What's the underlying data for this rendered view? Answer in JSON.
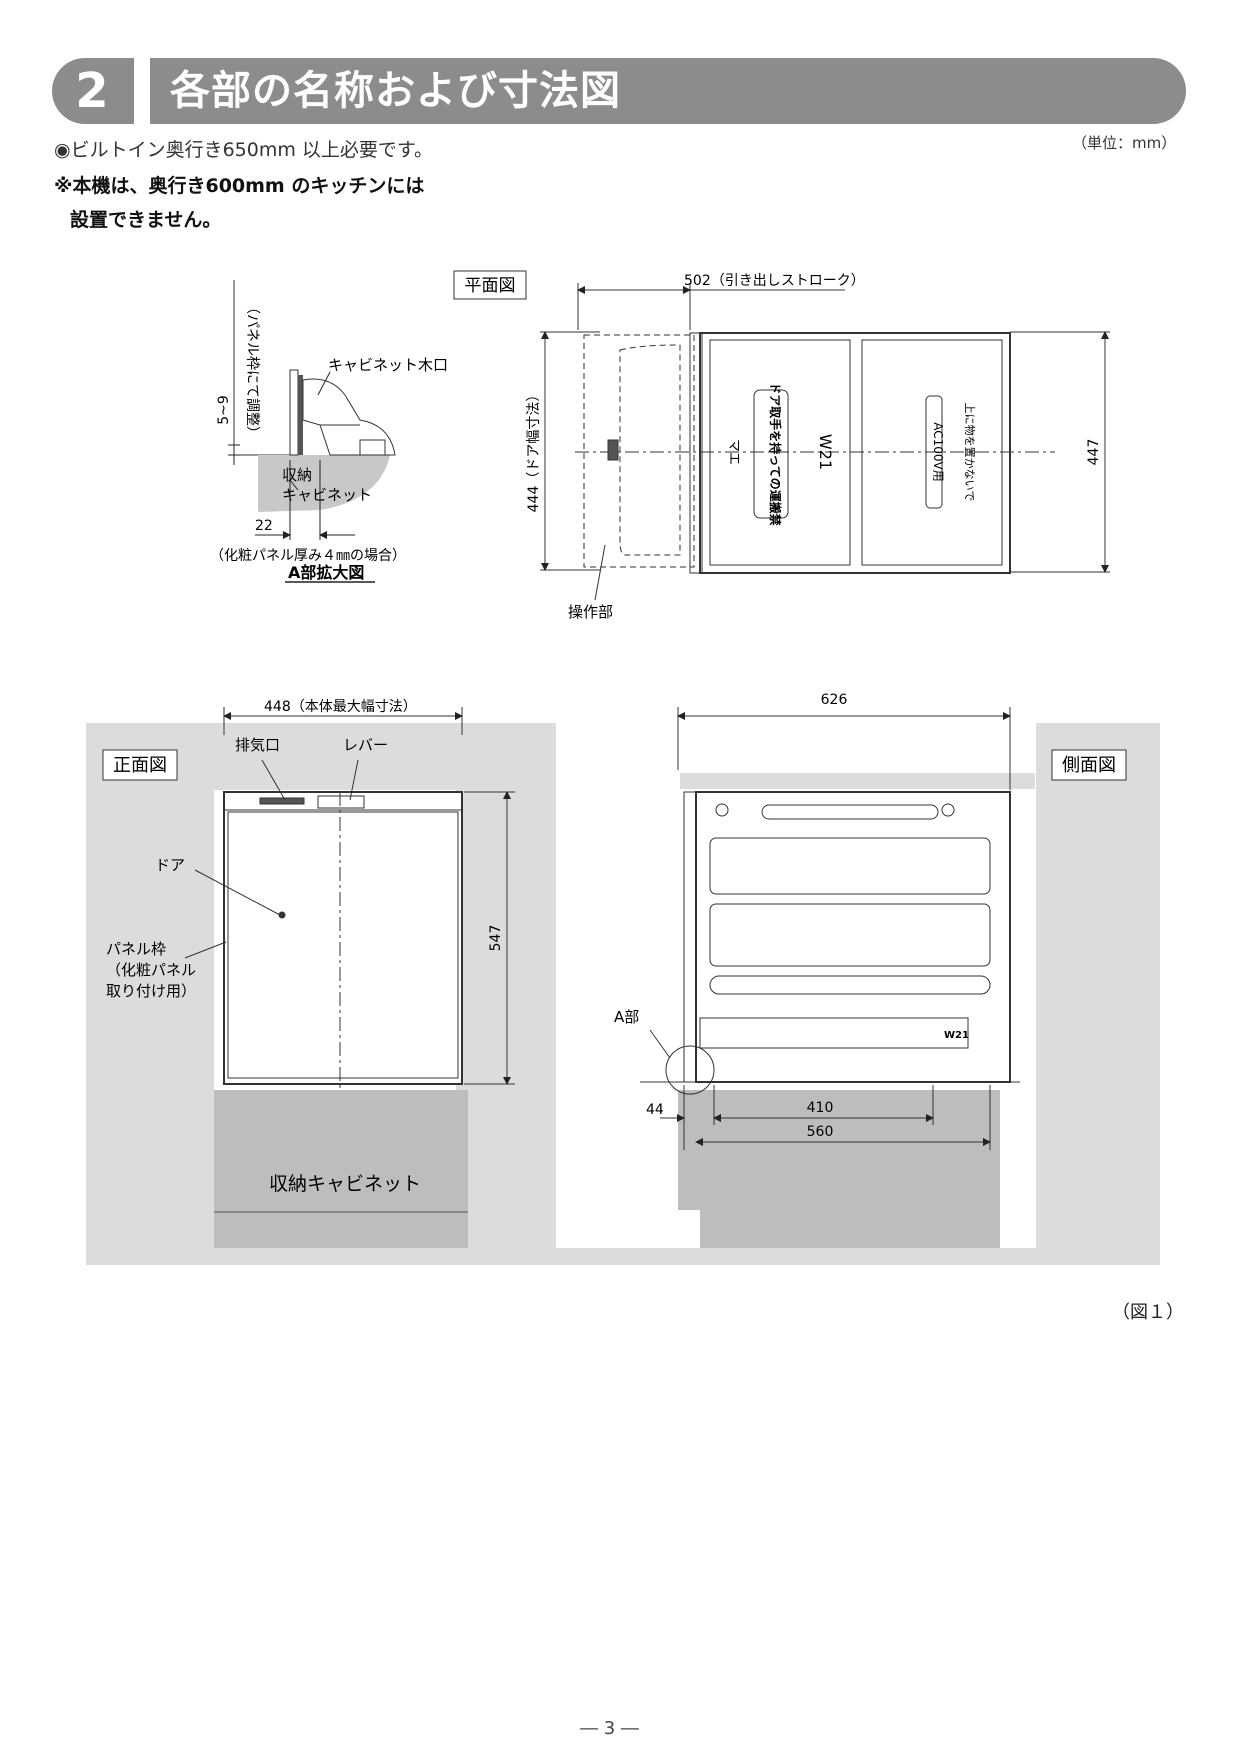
{
  "header": {
    "section_number": "2",
    "title": "各部の名称および寸法図"
  },
  "unit": "（単位：mm）",
  "notes": {
    "line1": "◉ビルトイン奥行き650mm 以上必要です。",
    "line2": "※本機は、奥行き600mm のキッチンには",
    "line2b": "設置できません。"
  },
  "plan_view": {
    "title": "平面図",
    "stroke": "502（引き出しストローク）",
    "door_width": "444（ドア幅寸法）",
    "depth": "447",
    "operation": "操作部",
    "label_w21": "W21",
    "door_sticker": "ドア取手を持っての運搬禁",
    "ac_sticker": "AC100V用",
    "top_sticker": "上に物を置かないで",
    "maker": "マエ"
  },
  "detail_a": {
    "title": "A部拡大図",
    "range": "5~9",
    "range_note": "（パネル枠にて調整）",
    "cabinet_mouth": "キャビネット木口",
    "storage1": "収納",
    "storage2": "キャビネット",
    "gap": "22",
    "condition": "（化粧パネル厚み４㎜の場合）"
  },
  "front_view": {
    "title": "正面図",
    "width": "448（本体最大幅寸法）",
    "exhaust": "排気口",
    "lever": "レバー",
    "door": "ドア",
    "panel1": "パネル枠",
    "panel2": "（化粧パネル",
    "panel3": "取り付け用）",
    "height": "547",
    "cabinet": "収納キャビネット"
  },
  "side_view": {
    "title": "側面図",
    "depth": "626",
    "part_a": "A部",
    "dim44": "44",
    "dim410": "410",
    "dim560": "560",
    "label_w21": "W21"
  },
  "figure_label": "（図１）",
  "page_number": "― 3 ―"
}
